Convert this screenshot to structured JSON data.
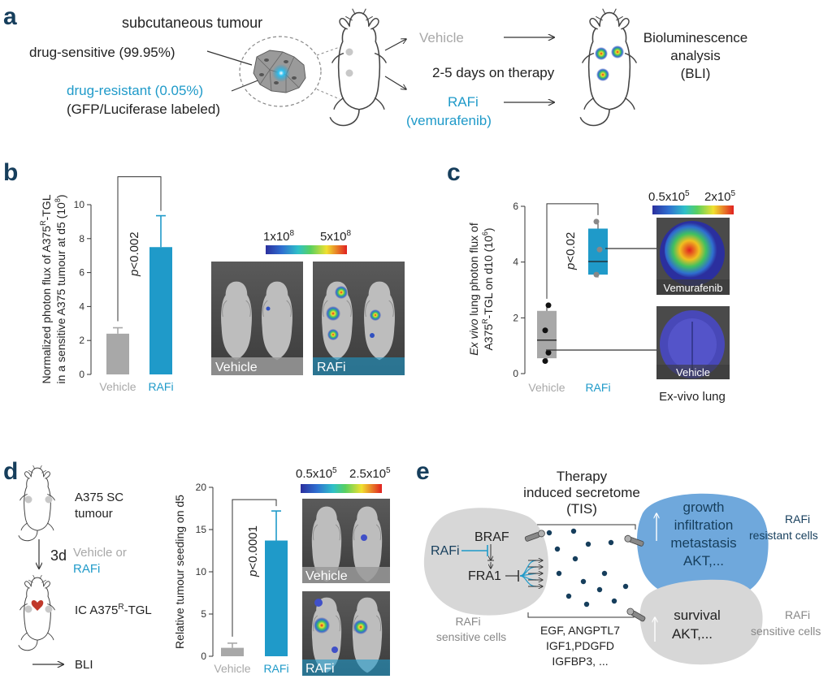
{
  "panels": {
    "a": "a",
    "b": "b",
    "c": "c",
    "d": "d",
    "e": "e"
  },
  "colors": {
    "accent": "#1F9AC9",
    "vehicle_gray": "#A8A8A8",
    "dark_navy": "#163E5C",
    "line": "#333333",
    "resistant_cell": "#6FA8DC",
    "sensitive_cell": "#D7D7D7"
  },
  "panel_a": {
    "subcutaneous": "subcutaneous tumour",
    "drug_sensitive": "drug-sensitive (99.95%)",
    "drug_resistant": "drug-resistant (0.05%)",
    "gfp_label": "(GFP/Luciferase labeled)",
    "vehicle": "Vehicle",
    "days": "2-5 days on therapy",
    "rafi": "RAFi",
    "vemurafenib": "(vemurafenib)",
    "bli_1": "Bioluminescence",
    "bli_2": "analysis",
    "bli_3": "(BLI)"
  },
  "panel_b": {
    "ylabel_1": "Normalized photon flux of A375",
    "ylabel_sup": "R",
    "ylabel_2": "-TGL",
    "ylabel_3": "in a sensitive A375 tumour at d5 (10",
    "ylabel_exp": "8",
    "ylabel_4": ")",
    "scale_low": "1x10",
    "scale_low_exp": "8",
    "scale_high": "5x10",
    "scale_high_exp": "8",
    "img_vehicle": "Vehicle",
    "img_rafi": "RAFi",
    "pval_p": "p",
    "pval_rest": "<0.002"
  },
  "panel_c": {
    "ylabel_it": "Ex vivo",
    "ylabel_1": " lung photon flux of",
    "ylabel_2": "A375",
    "ylabel_sup": "R",
    "ylabel_3": "-TGL on d10 (10",
    "ylabel_exp": "6",
    "ylabel_4": ")",
    "scale_low": "0.5x10",
    "scale_low_exp": "5",
    "scale_high": "2x10",
    "scale_high_exp": "5",
    "img_top": "Vemurafenib",
    "img_bottom": "Vehicle",
    "caption": "Ex-vivo lung",
    "pval_p": "p",
    "pval_rest": "<0.02"
  },
  "panel_d": {
    "sc_1": "A375 SC",
    "sc_2": "tumour",
    "arrow_label": "3d",
    "veh_or": "Vehicle or",
    "rafi": "RAFi",
    "ic_1": "IC A375",
    "ic_sup": "R",
    "ic_2": "-TGL",
    "bli": "BLI",
    "ylabel": "Relative tumour seeding on d5",
    "scale_low": "0.5x10",
    "scale_low_exp": "5",
    "scale_high": "2.5x10",
    "scale_high_exp": "5",
    "img_vehicle": "Vehicle",
    "img_rafi": "RAFi",
    "pval_p": "p",
    "pval_rest": "<0.0001"
  },
  "panel_e": {
    "tis_1": "Therapy",
    "tis_2": "induced secretome",
    "tis_3": "(TIS)",
    "rafi": "RAFi",
    "braf": "BRAF",
    "fra1": "FRA1",
    "sens_1": "RAFi",
    "sens_2": "sensitive cells",
    "growth": "growth",
    "infiltration": "infiltration",
    "metastasis": "metastasis",
    "akt1": "AKT,...",
    "survival": "survival",
    "akt2": "AKT,...",
    "res_label_1": "RAFi",
    "res_label_2": "resistant cells",
    "sens_label_1": "RAFi",
    "sens_label_2": "sensitive cells",
    "factors_1": "EGF, ANGPTL7",
    "factors_2": "IGF1,PDGFD",
    "factors_3": "IGFBP3,  ..."
  },
  "chart_data": [
    {
      "panel": "b",
      "type": "bar",
      "categories": [
        "Vehicle",
        "RAFi"
      ],
      "values": [
        2.4,
        7.5
      ],
      "error": [
        0.35,
        1.85
      ],
      "ylim": [
        0,
        10
      ],
      "yticks": [
        0,
        2,
        4,
        6,
        8,
        10
      ],
      "ylabel": "Normalized photon flux of A375R-TGL in a sensitive A375 tumour at d5 (10^8)",
      "annotation": "p<0.002"
    },
    {
      "panel": "c",
      "type": "box",
      "categories": [
        "Vehicle",
        "RAFi"
      ],
      "boxes": [
        {
          "min": 0.45,
          "q1": 0.55,
          "median": 1.2,
          "q3": 2.25,
          "max": 2.45,
          "points": [
            0.45,
            0.75,
            1.55,
            2.45
          ]
        },
        {
          "min": 3.45,
          "q1": 3.55,
          "median": 4.02,
          "q3": 5.2,
          "max": 5.45,
          "points": [
            3.55,
            4.45,
            5.45
          ]
        }
      ],
      "ylim": [
        0,
        6
      ],
      "yticks": [
        0,
        2,
        4,
        6
      ],
      "ylabel": "Ex vivo lung photon flux of A375R-TGL on d10 (10^6)",
      "annotation": "p<0.02"
    },
    {
      "panel": "d",
      "type": "bar",
      "categories": [
        "Vehicle",
        "RAFi"
      ],
      "values": [
        1.0,
        13.7
      ],
      "error": [
        0.55,
        3.5
      ],
      "ylim": [
        0,
        20
      ],
      "yticks": [
        0,
        5,
        10,
        15,
        20
      ],
      "ylabel": "Relative tumour seeding on d5",
      "annotation": "p<0.0001"
    }
  ]
}
